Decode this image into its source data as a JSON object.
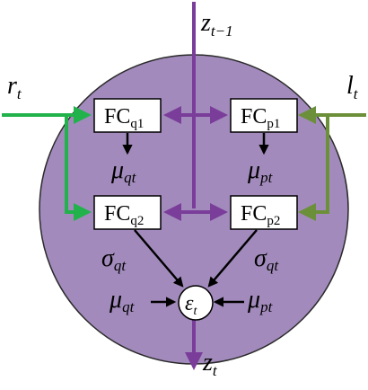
{
  "colors": {
    "circle_fill": "#a28bbc",
    "purple_arrow": "#7a3d9a",
    "green_arrow": "#22b24c",
    "olive_arrow": "#6c8f3a",
    "black_arrow": "#000000"
  },
  "boxes": {
    "fcq1": {
      "main": "FC",
      "sub": "q1"
    },
    "fcp1": {
      "main": "FC",
      "sub": "p1"
    },
    "fcq2": {
      "main": "FC",
      "sub": "q2"
    },
    "fcp2": {
      "main": "FC",
      "sub": "p2"
    }
  },
  "labels": {
    "z_prev": {
      "main": "z",
      "sub": "t−1"
    },
    "z_t": {
      "main": "z",
      "sub": "t"
    },
    "r_t": {
      "main": "r",
      "sub": "t"
    },
    "l_t": {
      "main": "l",
      "sub": "t"
    },
    "mu_qt_upper": {
      "main": "μ",
      "sub": "qt"
    },
    "mu_pt_upper": {
      "main": "μ",
      "sub": "pt"
    },
    "sigma_qt_left": {
      "main": "σ",
      "sub": "qt"
    },
    "sigma_qt_right": {
      "main": "σ",
      "sub": "qt"
    },
    "mu_qt_lower": {
      "main": "μ",
      "sub": "qt"
    },
    "mu_pt_lower": {
      "main": "μ",
      "sub": "pt"
    },
    "epsilon": {
      "main": "ε",
      "sub": "t"
    }
  }
}
